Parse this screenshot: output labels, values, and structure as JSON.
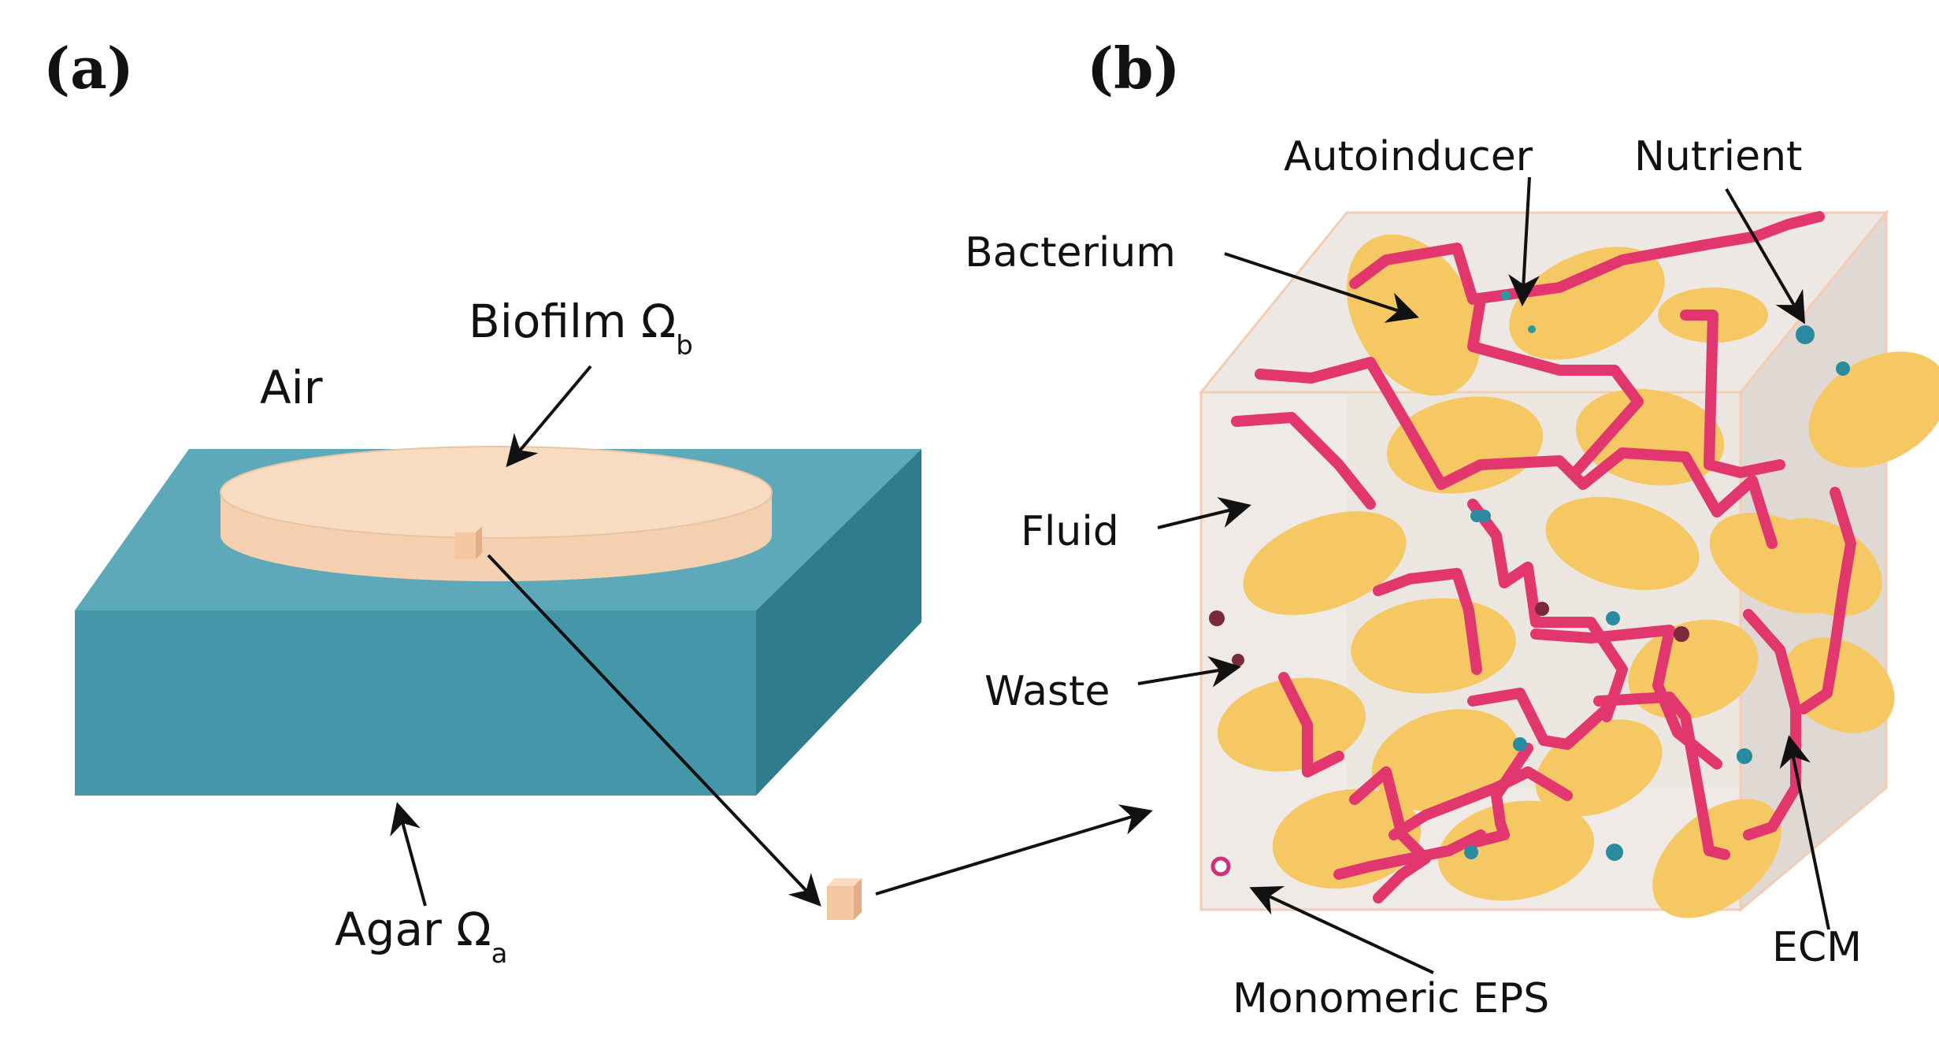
{
  "panels": {
    "a": {
      "label": "(a)",
      "air": "Air",
      "biofilm": {
        "text": "Biofilm Ω",
        "sub": "b"
      },
      "agar": {
        "text": "Agar Ω",
        "sub": "a"
      }
    },
    "b": {
      "label": "(b)",
      "labels": {
        "autoinducer": "Autoinducer",
        "nutrient": "Nutrient",
        "bacterium": "Bacterium",
        "fluid": "Fluid",
        "waste": "Waste",
        "monomeric_eps": "Monomeric EPS",
        "ecm": "ECM"
      }
    }
  },
  "colors": {
    "agar_top": "#5ea9b9",
    "agar_front": "#4596a9",
    "agar_side": "#2f7c8e",
    "biofilm": "#f8dcc2",
    "biofilm_edge": "#e8c4a3",
    "cube_fill": "#ebe5e1",
    "cube_edge": "#f2cdb3",
    "bacterium": "#f6c863",
    "ecm": "#e2366f",
    "nutrient": "#2a8aa0",
    "autoinducer": "#2a9aa0",
    "waste": "#7a2a3a",
    "monomeric_eps": "#d0307a",
    "arrow": "#111111"
  }
}
